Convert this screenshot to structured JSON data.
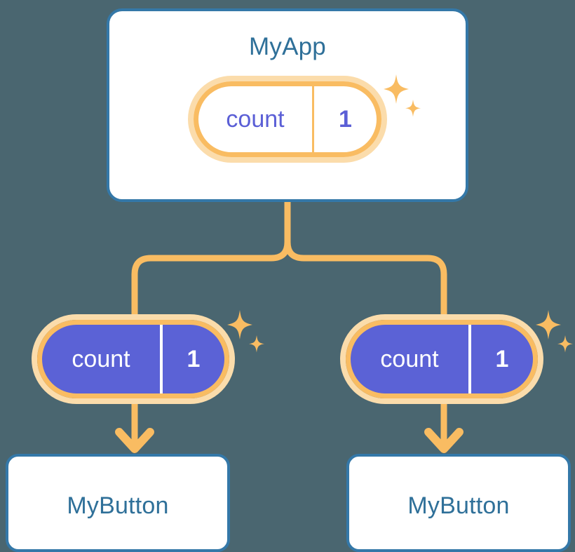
{
  "theme": {
    "background": "#4a6670",
    "card_border": "#3478a8",
    "card_fill": "#ffffff",
    "title_text": "#2f7099",
    "pill_ring_outer": "#fbdcab",
    "pill_ring_inner": "#f9bc62",
    "pill_fill_purple": "#5b62d6",
    "pill_text_purple": "#5b5fd6",
    "pill_text_white": "#ffffff",
    "connector": "#f9bc62"
  },
  "diagram": {
    "type": "component-state-tree",
    "root": {
      "name": "root-component",
      "title": "MyApp",
      "state": {
        "key": "count",
        "value": "1",
        "style": "light"
      },
      "sparkle": true
    },
    "branches": [
      {
        "name": "branch-left",
        "state": {
          "key": "count",
          "value": "1",
          "style": "filled"
        },
        "sparkle": true,
        "child": {
          "name": "leaf-left",
          "title": "MyButton"
        }
      },
      {
        "name": "branch-right",
        "state": {
          "key": "count",
          "value": "1",
          "style": "filled"
        },
        "sparkle": true,
        "child": {
          "name": "leaf-right",
          "title": "MyButton"
        }
      }
    ]
  },
  "icons": {
    "sparkle_large": "sparkle-four-point-icon",
    "sparkle_small": "sparkle-four-point-small-icon",
    "arrow_down": "arrow-down-icon"
  }
}
